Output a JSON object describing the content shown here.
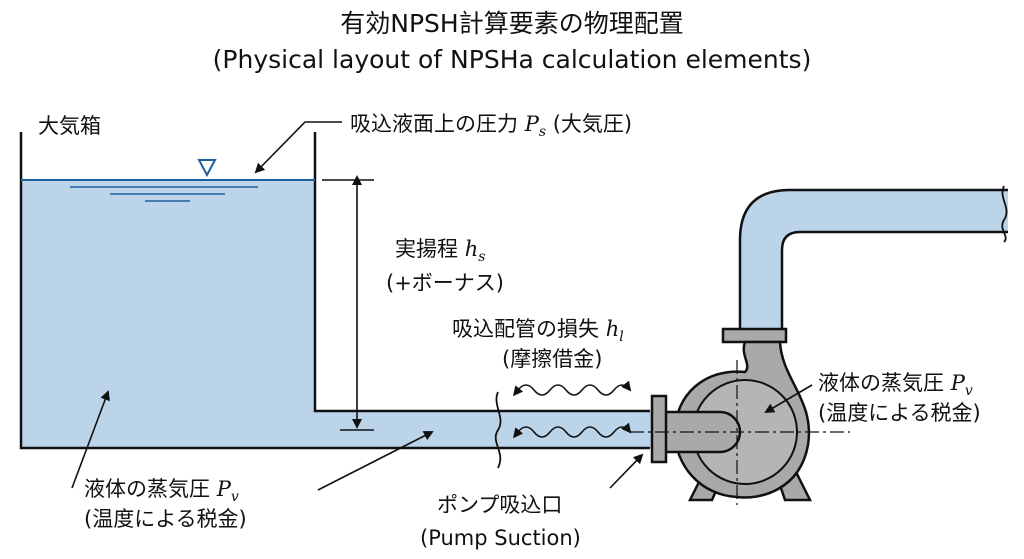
{
  "title": {
    "main": "有効NPSH計算要素の物理配置",
    "sub": "(Physical layout of NPSHa calculation elements)"
  },
  "labels": {
    "tank": "大気箱",
    "surface_pressure": {
      "text": "吸込液面上の圧力",
      "symbol": "P",
      "sub": "s",
      "suffix": "(大気圧)"
    },
    "static_head": {
      "text": "実揚程",
      "symbol": "h",
      "sub": "s",
      "note": "(+ボーナス)"
    },
    "pipe_loss": {
      "text": "吸込配管の損失",
      "symbol": "h",
      "sub": "l",
      "note": "(摩擦借金)"
    },
    "vapor_pressure_pump": {
      "text": "液体の蒸気圧",
      "symbol": "P",
      "sub": "v",
      "note": "(温度による税金)"
    },
    "vapor_pressure_tank": {
      "text": "液体の蒸気圧",
      "symbol": "P",
      "sub": "v",
      "note": "(温度による税金)"
    },
    "pump_suction": {
      "text": "ポンプ吸込口",
      "note": "(Pump Suction)"
    }
  },
  "colors": {
    "water": "#bcd4ea",
    "surface": "#1f5fa0",
    "pump": "#a9a9a7"
  }
}
